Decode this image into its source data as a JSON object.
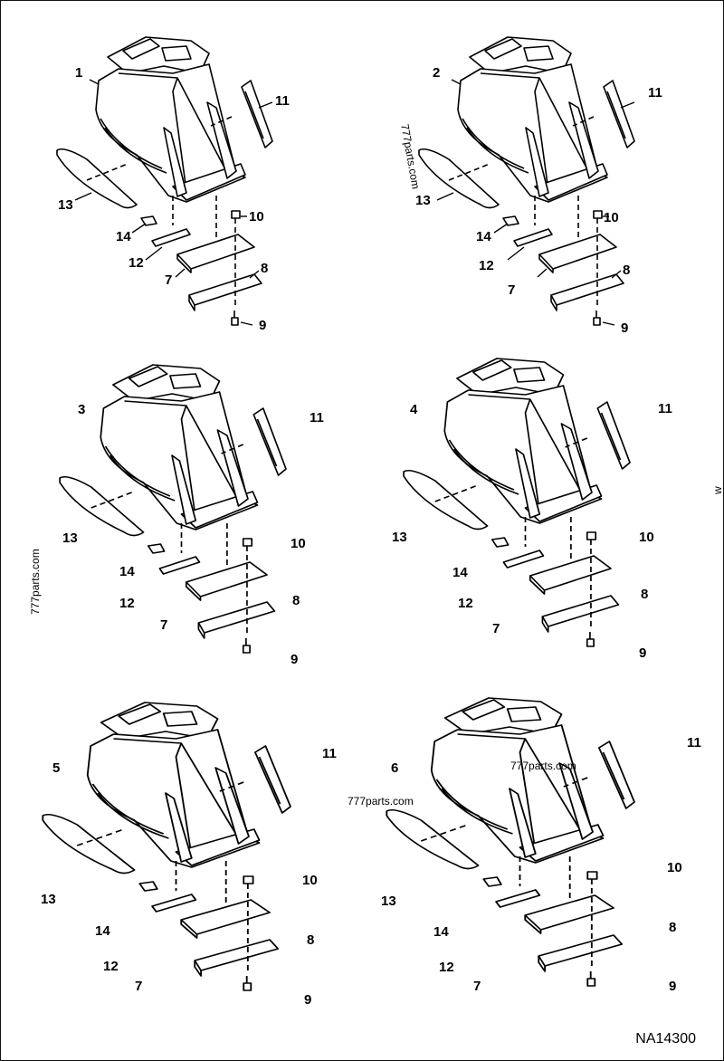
{
  "drawing_code": "NA14300",
  "watermark": "777parts.com",
  "watermark_fragment": "w",
  "panels": [
    {
      "bucket_label": "1",
      "labels": {
        "l11": "11",
        "l13": "13",
        "l14": "14",
        "l12": "12",
        "l10": "10",
        "l7": "7",
        "l8": "8",
        "l9": "9"
      }
    },
    {
      "bucket_label": "2",
      "labels": {
        "l11": "11",
        "l13": "13",
        "l14": "14",
        "l12": "12",
        "l10": "10",
        "l7": "7",
        "l8": "8",
        "l9": "9"
      }
    },
    {
      "bucket_label": "3",
      "labels": {
        "l11": "11",
        "l13": "13",
        "l14": "14",
        "l12": "12",
        "l10": "10",
        "l7": "7",
        "l8": "8",
        "l9": "9"
      }
    },
    {
      "bucket_label": "4",
      "labels": {
        "l11": "11",
        "l13": "13",
        "l14": "14",
        "l12": "12",
        "l10": "10",
        "l7": "7",
        "l8": "8",
        "l9": "9"
      }
    },
    {
      "bucket_label": "5",
      "labels": {
        "l11": "11",
        "l13": "13",
        "l14": "14",
        "l12": "12",
        "l10": "10",
        "l7": "7",
        "l8": "8",
        "l9": "9"
      }
    },
    {
      "bucket_label": "6",
      "labels": {
        "l11": "11",
        "l13": "13",
        "l14": "14",
        "l12": "12",
        "l10": "10",
        "l7": "7",
        "l8": "8",
        "l9": "9"
      }
    }
  ]
}
